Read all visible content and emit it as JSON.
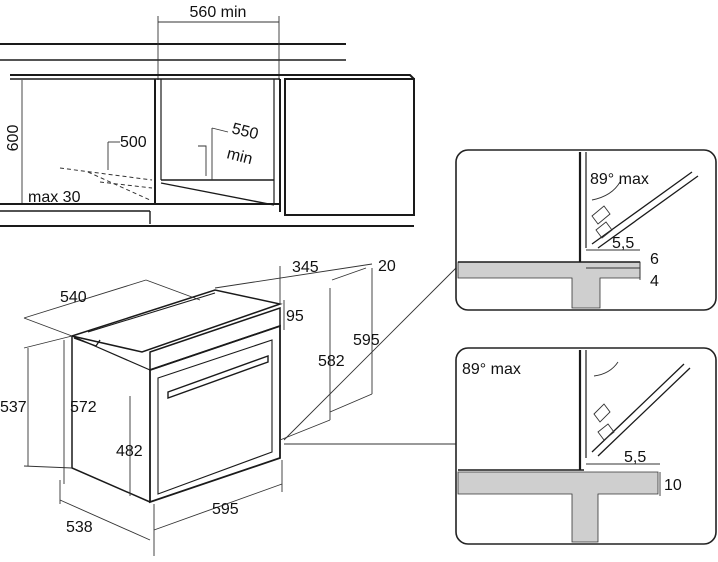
{
  "top_view": {
    "width_min": "560 min",
    "height": "600",
    "depth_500": "500",
    "depth_550": "550",
    "depth_min": "min",
    "max_30": "max 30"
  },
  "oven_view": {
    "top_depth_540": "540",
    "top_345": "345",
    "top_20": "20",
    "offset_95": "95",
    "height_582": "582",
    "height_595": "595",
    "height_537": "537",
    "height_572": "572",
    "door_482": "482",
    "bottom_538": "538",
    "width_595": "595"
  },
  "detail_top": {
    "angle": "89° max",
    "gap_5_5": "5,5",
    "gap_6": "6",
    "gap_4": "4"
  },
  "detail_bottom": {
    "angle": "89° max",
    "gap_5_5": "5,5",
    "gap_10": "10"
  }
}
